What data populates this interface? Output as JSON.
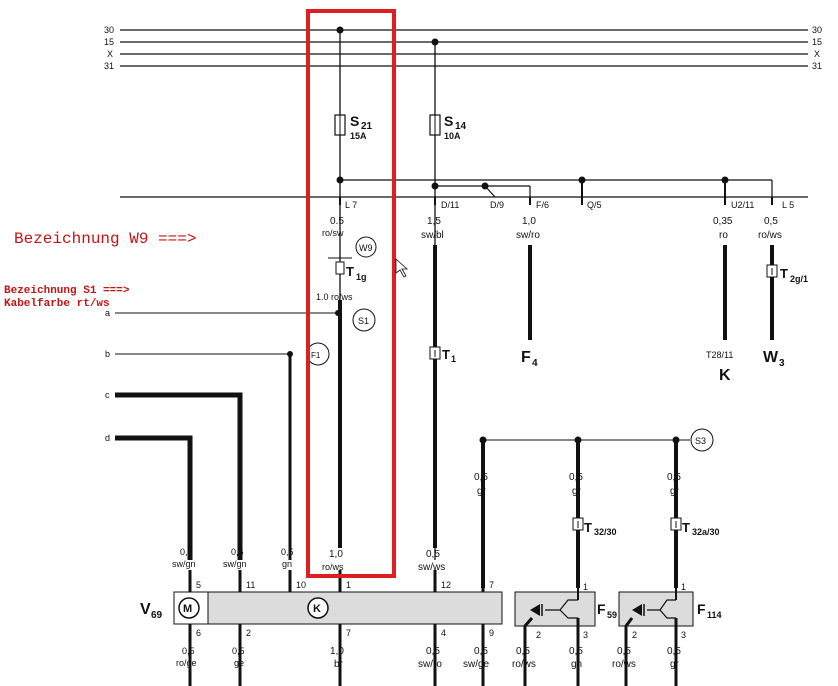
{
  "bus": {
    "rails": [
      "30",
      "15",
      "X",
      "31"
    ]
  },
  "fuses": {
    "s21": {
      "name": "S",
      "sub": "21",
      "rating": "15A"
    },
    "s14": {
      "name": "S",
      "sub": "14",
      "rating": "10A"
    }
  },
  "busbar_labels": {
    "l7": "L 7",
    "d11": "D/11",
    "d9": "D/9",
    "f6": "F/6",
    "q5": "Q/5",
    "u211": "U2/11",
    "l5": "L 5"
  },
  "annotations": {
    "w9_text": "Bezeichnung W9  ===>",
    "s1_line1": "Bezeichnung S1  ===>",
    "s1_line2": "Kabelfarbe rt/ws"
  },
  "wires": {
    "w_l7_top": {
      "size": "0.5",
      "color": "ro/sw"
    },
    "w_l7_bottom": {
      "size": "1.0",
      "color": "ro/ws"
    },
    "w_d11": {
      "size": "1,5",
      "color": "sw/bl"
    },
    "w_f6": {
      "size": "1,0",
      "color": "sw/ro"
    },
    "w_u211": {
      "size": "0,35",
      "color": "ro"
    },
    "w_l5": {
      "size": "0,5",
      "color": "ro/ws"
    },
    "w_lower1": {
      "size": "0,5",
      "color": "gr"
    },
    "w_lower2": {
      "size": "0,5",
      "color": "gr"
    },
    "w_lower3": {
      "size": "0,5",
      "color": "gr"
    },
    "w_in5": {
      "size": "0,5",
      "color": "sw/gn"
    },
    "w_in11": {
      "size": "0,5",
      "color": "sw/gn"
    },
    "w_in10": {
      "size": "0,5",
      "color": "gn"
    },
    "w_in1": {
      "size": "1,0",
      "color": "ro/ws"
    },
    "w_in12": {
      "size": "0,5",
      "color": "sw/ws"
    },
    "b6": {
      "size": "0,5",
      "color": "ro/ge"
    },
    "b2": {
      "size": "0,5",
      "color": "ge"
    },
    "b7": {
      "size": "1,0",
      "color": "br"
    },
    "b4": {
      "size": "0,5",
      "color": "sw/ro"
    },
    "b9": {
      "size": "0,5",
      "color": "sw/ge"
    },
    "b_f59_2": {
      "size": "0,5",
      "color": "ro/ws"
    },
    "b_f59_3": {
      "size": "0,5",
      "color": "gn"
    },
    "b_f114_2": {
      "size": "0,5",
      "color": "ro/ws"
    },
    "b_f114_3": {
      "size": "0,5",
      "color": "gr"
    }
  },
  "connectors": {
    "t1g": {
      "name": "T",
      "sub": "1g"
    },
    "t1": {
      "name": "T",
      "sub": "1"
    },
    "t2g1": {
      "name": "T",
      "sub": "2g/1"
    },
    "t32_30": {
      "name": "T",
      "sub": "32/30"
    },
    "t32a_30": {
      "name": "T",
      "sub": "32a/30"
    },
    "t28_11": "T28/11"
  },
  "nodes": {
    "w9": "W9",
    "s1": "S1",
    "s3": "S3",
    "f1_partial": "F1"
  },
  "components": {
    "f4": {
      "name": "F",
      "sub": "4"
    },
    "k": "K",
    "w3": {
      "name": "W",
      "sub": "3"
    },
    "v69": {
      "name": "V",
      "sub": "69"
    },
    "k_symbol": "K",
    "f59": {
      "name": "F",
      "sub": "59"
    },
    "f114": {
      "name": "F",
      "sub": "114"
    },
    "motor_symbol": "M"
  },
  "side_lines": [
    "a",
    "b",
    "c",
    "d"
  ],
  "pins": {
    "p5": "5",
    "p11": "11",
    "p10": "10",
    "p1": "1",
    "p12": "12",
    "p7": "7",
    "p6": "6",
    "p2": "2",
    "p7b": "7",
    "p4": "4",
    "p9": "9",
    "f59_in": "1",
    "f59_2": "2",
    "f59_3": "3",
    "f114_in": "1",
    "f114_2": "2",
    "f114_3": "3"
  },
  "colors": {
    "highlight": "#dd1f1f",
    "annotation": "#c41414",
    "ink": "#111111",
    "component_fill": "#dcdcdc"
  }
}
